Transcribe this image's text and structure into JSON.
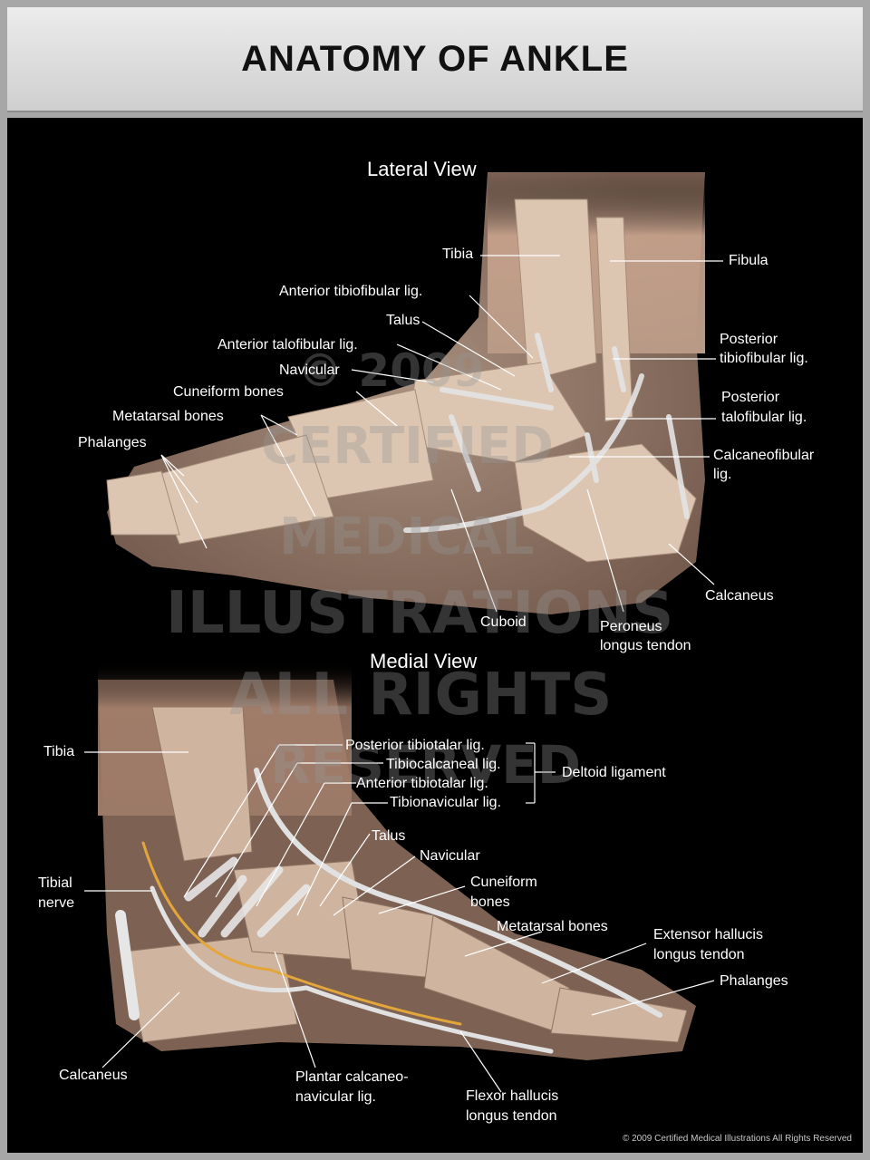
{
  "title": "ANATOMY OF ANKLE",
  "lateral": {
    "heading": "Lateral View",
    "labels": {
      "tibia": "Tibia",
      "fibula": "Fibula",
      "ant_tibiofib": "Anterior tibiofibular lig.",
      "talus": "Talus",
      "ant_talofib": "Anterior talofibular lig.",
      "navicular": "Navicular",
      "cuneiform": "Cuneiform bones",
      "metatarsal": "Metatarsal bones",
      "phalanges": "Phalanges",
      "post_tibiofib_1": "Posterior",
      "post_tibiofib_2": "tibiofibular lig.",
      "post_talofib_1": "Posterior",
      "post_talofib_2": "talofibular lig.",
      "calcaneofib_1": "Calcaneofibular",
      "calcaneofib_2": "lig.",
      "calcaneus": "Calcaneus",
      "cuboid": "Cuboid",
      "peroneus_1": "Peroneus",
      "peroneus_2": "longus tendon"
    }
  },
  "medial": {
    "heading": "Medial View",
    "labels": {
      "tibia": "Tibia",
      "post_tibiotalar": "Posterior tibiotalar lig.",
      "tibiocalcaneal": "Tibiocalcaneal lig.",
      "ant_tibiotalar": "Anterior tibiotalar lig.",
      "tibionavicular": "Tibionavicular lig.",
      "deltoid": "Deltoid ligament",
      "talus": "Talus",
      "navicular": "Navicular",
      "cuneiform_1": "Cuneiform",
      "cuneiform_2": "bones",
      "tibial_nerve_1": "Tibial",
      "tibial_nerve_2": "nerve",
      "metatarsal": "Metatarsal bones",
      "ext_hallucis_1": "Extensor hallucis",
      "ext_hallucis_2": "longus tendon",
      "phalanges": "Phalanges",
      "calcaneus": "Calcaneus",
      "plantar_1": "Plantar calcaneo-",
      "plantar_2": "navicular lig.",
      "flexor_1": "Flexor hallucis",
      "flexor_2": "longus tendon"
    }
  },
  "watermark": {
    "line1": "© 2009",
    "line2": "CERTIFIED",
    "line3": "MEDICAL",
    "line4": "ILLUSTRATIONS",
    "line5": "ALL RIGHTS",
    "line6": "RESERVED"
  },
  "copyright": "© 2009 Certified Medical Illustrations All Rights Reserved",
  "colors": {
    "background": "#000000",
    "title_bar": "#dcdcdc",
    "skin": "#b89a86",
    "bone": "#d9c3b0",
    "ligament": "#e6e6e6",
    "nerve": "#e2a63a"
  }
}
